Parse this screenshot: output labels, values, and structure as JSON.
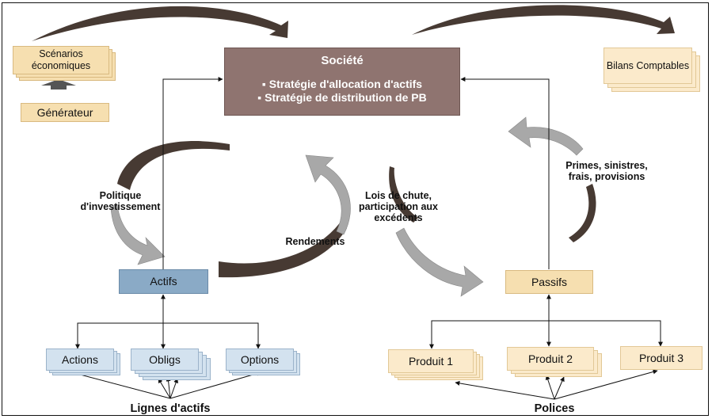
{
  "societe": {
    "title": "Société",
    "bullets": [
      "▪ Stratégie d'allocation d'actifs",
      "▪ Stratégie de distribution de PB"
    ]
  },
  "left": {
    "scenarios": "Scénarios économiques",
    "generateur": "Générateur",
    "actifs": "Actifs",
    "lines": [
      "Actions",
      "Obligs",
      "Options"
    ],
    "group_label": "Lignes d'actifs",
    "politique": "Politique d'investissement",
    "rendements": "Rendements"
  },
  "right": {
    "bilans": "Bilans Comptables",
    "passifs": "Passifs",
    "products": [
      "Produit 1",
      "Produit 2",
      "Produit 3"
    ],
    "group_label": "Polices",
    "lois": "Lois de chute, participation aux excédents",
    "primes": "Primes, sinistres, frais, provisions"
  },
  "colors": {
    "societe": "#8f7470",
    "actifs": "#8aaac6",
    "passifs": "#f6dfb0",
    "dark_arrow": "#473a33",
    "grey_arrow": "#a8a8a8"
  }
}
